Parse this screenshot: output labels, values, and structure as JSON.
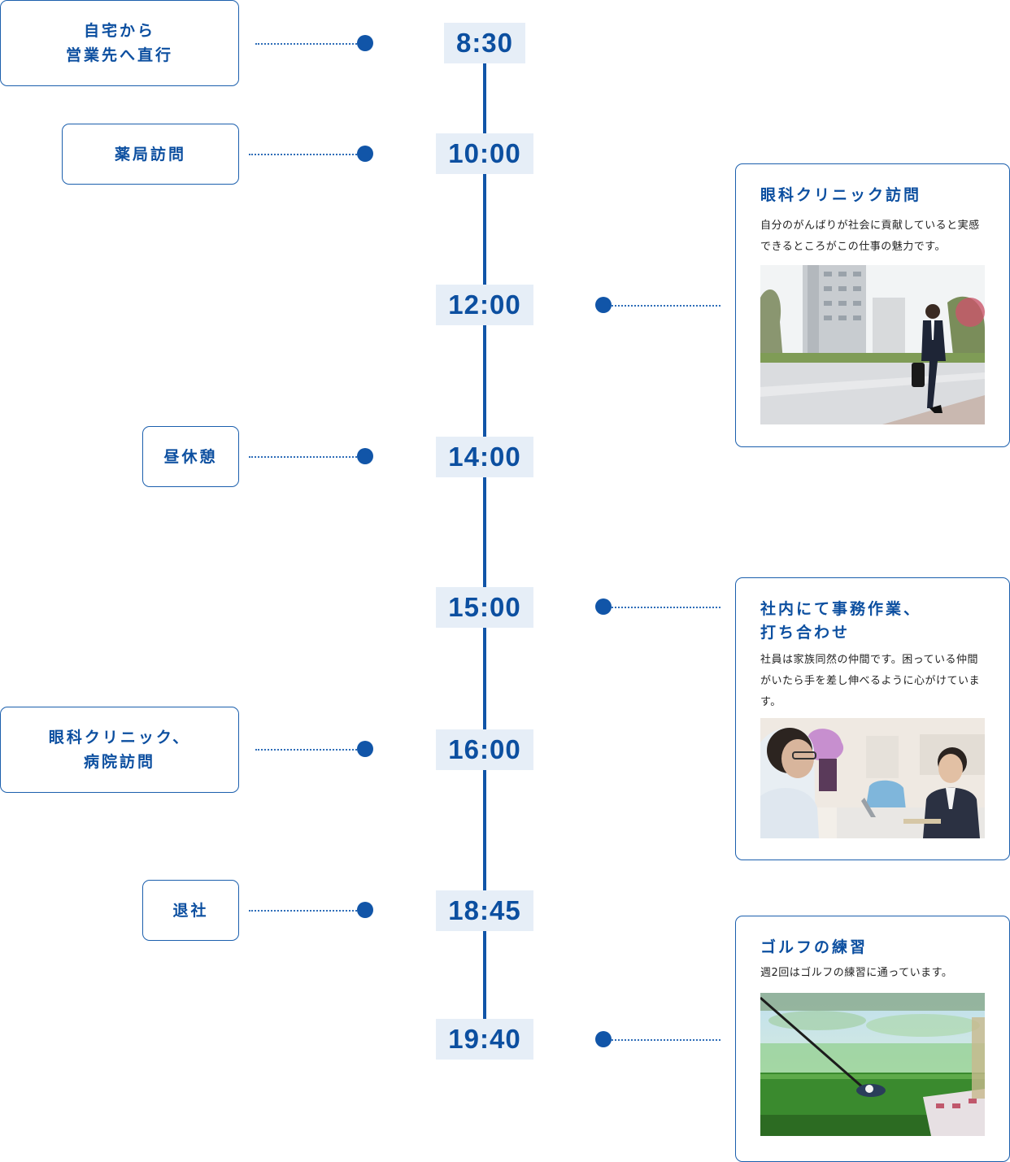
{
  "times": [
    "8:30",
    "10:00",
    "12:00",
    "14:00",
    "15:00",
    "16:00",
    "18:45",
    "19:40"
  ],
  "left_events": [
    {
      "title": "自宅から\n営業先へ直行"
    },
    {
      "title": "薬局訪問"
    },
    {
      "title": "昼休憩"
    },
    {
      "title": "眼科クリニック、\n病院訪問"
    },
    {
      "title": "退社"
    }
  ],
  "right_events": [
    {
      "title": "眼科クリニック訪問",
      "description": "自分のがんばりが社会に貢献していると実感できるところがこの仕事の魅力です。"
    },
    {
      "title": "社内にて事務作業、\n打ち合わせ",
      "description": "社員は家族同然の仲間です。困っている仲間がいたら手を差し伸べるように心がけています。"
    },
    {
      "title": "ゴルフの練習",
      "description": "週2回はゴルフの練習に通っています。"
    }
  ],
  "colors": {
    "accent": "#1155a8",
    "time_bg": "#e6eef7",
    "text": "#222222"
  }
}
